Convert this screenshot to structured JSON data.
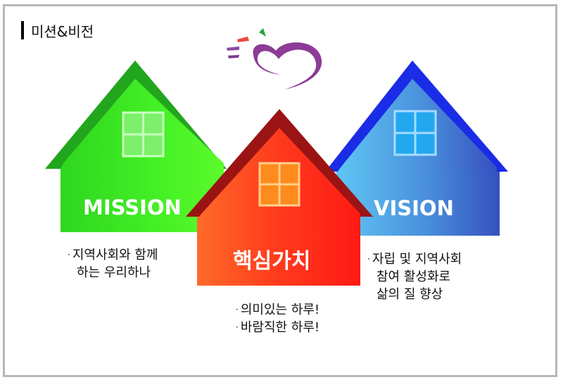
{
  "page": {
    "title": "미션&비전"
  },
  "colors": {
    "mission": "#33dd22",
    "core": "#ff3b1e",
    "vision": "#3f7fd6"
  },
  "houses": {
    "mission": {
      "label": "MISSION",
      "lines": [
        "지역사회와 함께",
        "하는 우리하나"
      ]
    },
    "core": {
      "label": "핵심가치",
      "lines": [
        "의미있는 하루!",
        "바람직한 하루!"
      ]
    },
    "vision": {
      "label": "VISION",
      "lines": [
        "자립 및 지역사회",
        "참여 활성화로",
        "삶의 질 향상"
      ]
    }
  },
  "logo": {
    "icon": "heart-swirl-logo-icon"
  }
}
